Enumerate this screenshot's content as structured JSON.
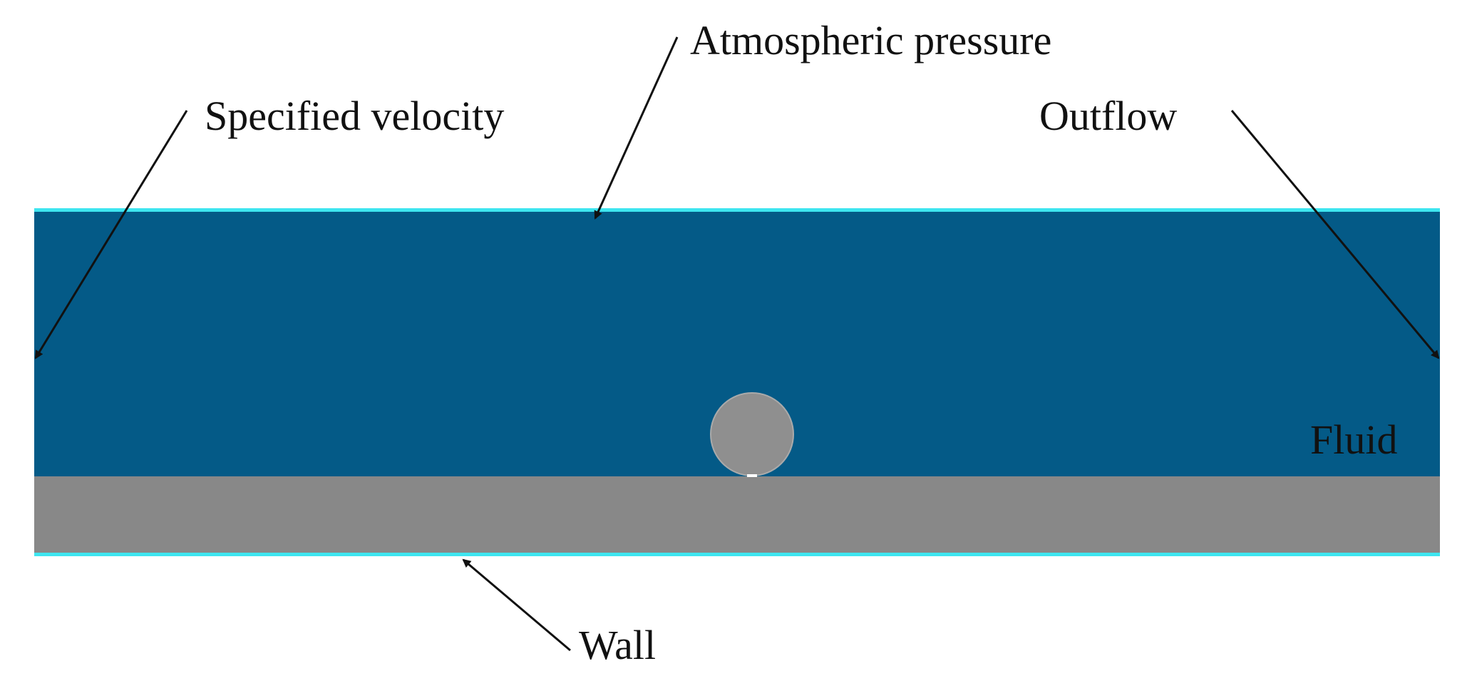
{
  "labels": {
    "atmospheric_pressure": "Atmospheric pressure",
    "specified_velocity": "Specified velocity",
    "outflow": "Outflow",
    "fluid": "Fluid",
    "wall": "Wall"
  },
  "colors": {
    "fluid": "#045a87",
    "solid": "#888888",
    "particle": "#8f8f8f",
    "boundary_highlight": "#3ee6f0",
    "arrow": "#111111"
  }
}
